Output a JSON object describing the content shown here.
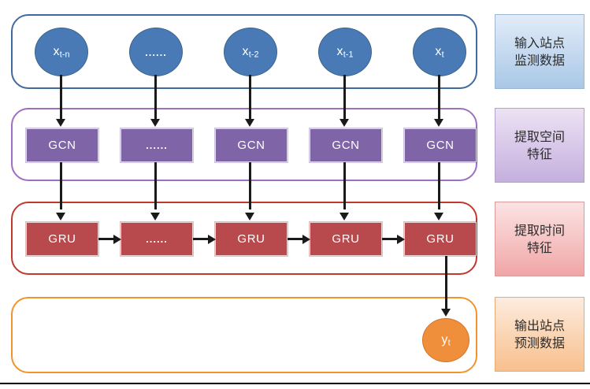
{
  "diagram": {
    "title": "GCN-GRU spatio-temporal prediction architecture",
    "colors": {
      "input_node": "#4a7ab5",
      "gcn_node": "#7f64a8",
      "gru_node": "#b8494c",
      "output_node": "#ef8f3c",
      "arrow": "#1a1a1a",
      "band_input_border": "#3f6a9e",
      "band_gcn_border": "#9d6fc4",
      "band_gru_border": "#c0392f",
      "band_output_border": "#f0942f"
    },
    "rows": {
      "input": {
        "band_name": "input-layer-band",
        "nodes": [
          {
            "id": "x-t-n",
            "text": "x",
            "sub": "t-n",
            "kind": "var"
          },
          {
            "id": "x-dots",
            "text": "......",
            "sub": "",
            "kind": "ellipsis"
          },
          {
            "id": "x-t-2",
            "text": "x",
            "sub": "t-2",
            "kind": "var"
          },
          {
            "id": "x-t-1",
            "text": "x",
            "sub": "t-1",
            "kind": "var"
          },
          {
            "id": "x-t",
            "text": "x",
            "sub": "t",
            "kind": "var"
          }
        ]
      },
      "gcn": {
        "band_name": "gcn-layer-band",
        "nodes": [
          {
            "id": "gcn-1",
            "text": "GCN",
            "kind": "label"
          },
          {
            "id": "gcn-2",
            "text": "......",
            "kind": "ellipsis"
          },
          {
            "id": "gcn-3",
            "text": "GCN",
            "kind": "label"
          },
          {
            "id": "gcn-4",
            "text": "GCN",
            "kind": "label"
          },
          {
            "id": "gcn-5",
            "text": "GCN",
            "kind": "label"
          }
        ]
      },
      "gru": {
        "band_name": "gru-layer-band",
        "nodes": [
          {
            "id": "gru-1",
            "text": "GRU",
            "kind": "label"
          },
          {
            "id": "gru-2",
            "text": "......",
            "kind": "ellipsis"
          },
          {
            "id": "gru-3",
            "text": "GRU",
            "kind": "label"
          },
          {
            "id": "gru-4",
            "text": "GRU",
            "kind": "label"
          },
          {
            "id": "gru-5",
            "text": "GRU",
            "kind": "label"
          }
        ]
      },
      "output": {
        "band_name": "output-layer-band",
        "nodes": [
          {
            "id": "y-t",
            "text": "y",
            "sub": "t",
            "kind": "var"
          }
        ]
      }
    },
    "stage_labels": [
      {
        "id": "label-input",
        "line1": "输入站点",
        "line2": "监测数据"
      },
      {
        "id": "label-gcn",
        "line1": "提取空间",
        "line2": "特征"
      },
      {
        "id": "label-gru",
        "line1": "提取时间",
        "line2": "特征"
      },
      {
        "id": "label-output",
        "line1": "输出站点",
        "line2": "预测数据"
      }
    ]
  }
}
